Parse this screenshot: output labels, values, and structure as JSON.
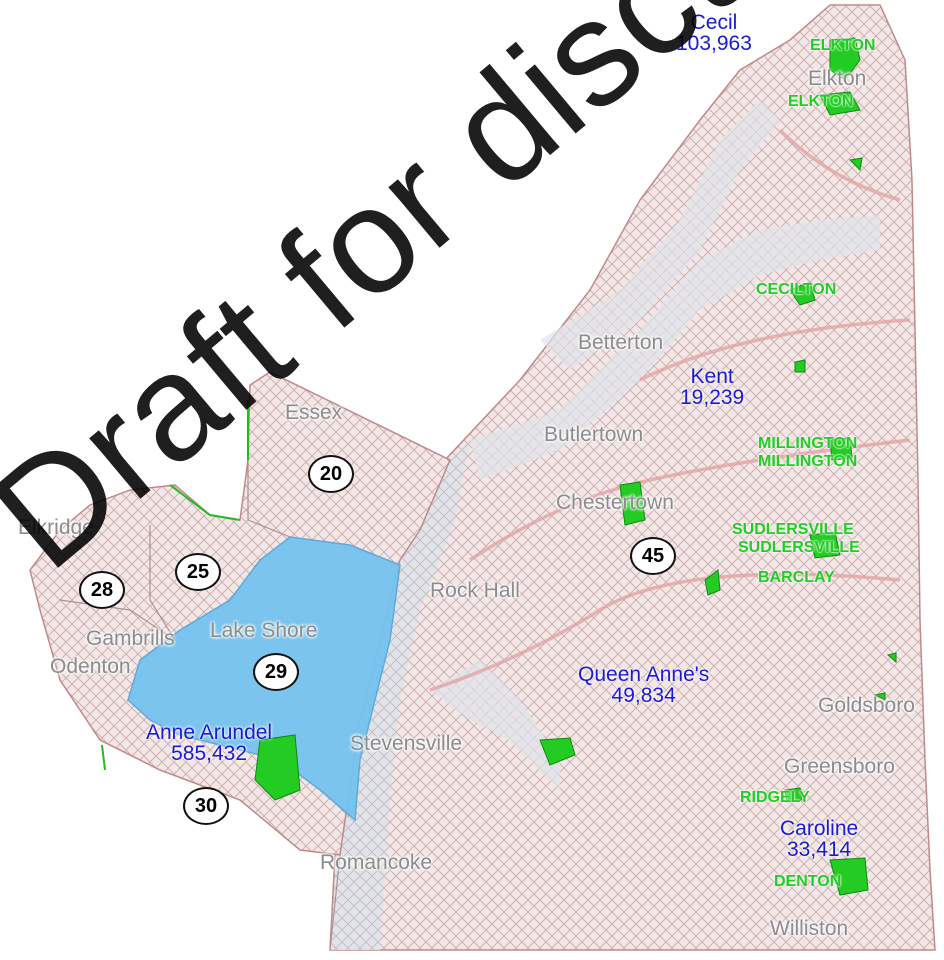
{
  "counties": [
    {
      "id": "cecil",
      "name": "Cecil",
      "population": "103,963"
    },
    {
      "id": "kent",
      "name": "Kent",
      "population": "19,239"
    },
    {
      "id": "anne-arundel",
      "name": "Anne Arundel",
      "population": "585,432"
    },
    {
      "id": "queen-annes",
      "name": "Queen Anne's",
      "population": "49,834"
    },
    {
      "id": "caroline",
      "name": "Caroline",
      "population": "33,414"
    }
  ],
  "districts": [
    "20",
    "25",
    "28",
    "29",
    "30",
    "45"
  ],
  "places": [
    "Elkton",
    "Betterton",
    "Essex",
    "Butlertown",
    "Chestertown",
    "Elkridge",
    "Rock Hall",
    "Gambrills",
    "Lake Shore",
    "Odenton",
    "Goldsboro",
    "Stevensville",
    "Greensboro",
    "Romancoke",
    "Williston"
  ],
  "towns": {
    "elkton_1": "ELKTON",
    "elkton_2": "ELKTON",
    "cecilton": "CECILTON",
    "millington_1": "MILLINGTON",
    "millington_2": "MILLINGTON",
    "sudlersville_1": "SUDLERSVILLE",
    "sudlersville_2": "SUDLERSVILLE",
    "barclay": "BARCLAY",
    "ridgely": "RIDGELY",
    "denton": "DENTON"
  },
  "watermark": "Draft for discussion purposes",
  "colors": {
    "district_fill": "#e8d6d6",
    "district_hatch": "#c9a8a8",
    "water": "#dde6ee",
    "highlight": "#74c3f0",
    "town": "#22cc22",
    "road": "#e3a7a7",
    "county_label": "#1a1ad6"
  }
}
